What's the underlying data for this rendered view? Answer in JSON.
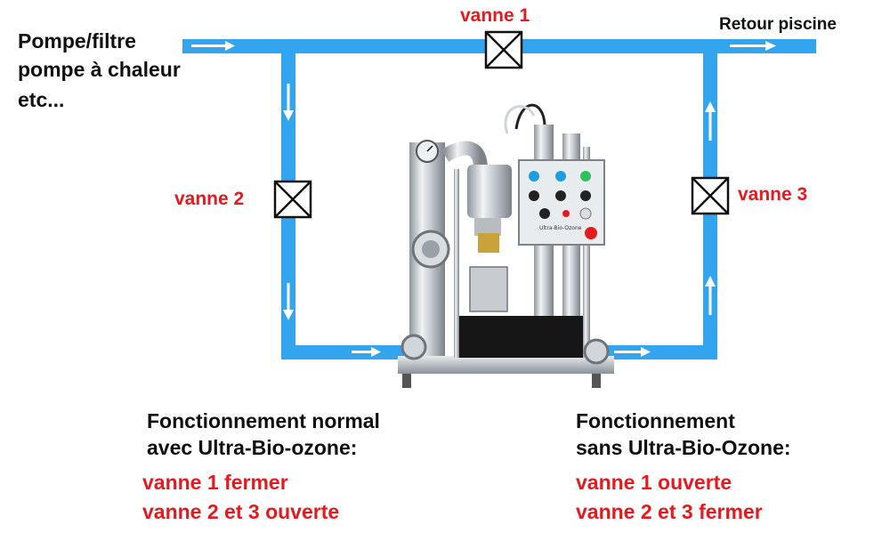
{
  "colors": {
    "pipe": "#33a5ee",
    "arrow": "#ffffff",
    "valve_stroke": "#111111",
    "valve_label": "#e5191e",
    "text": "#111111",
    "state_text": "#e5191e"
  },
  "diagram": {
    "source_label": [
      "Pompe/filtre",
      "pompe à chaleur",
      "etc..."
    ],
    "return_label": "Retour piscine",
    "valves": [
      {
        "label": "vanne 1",
        "icon": "valve-x-icon"
      },
      {
        "label": "vanne 2",
        "icon": "valve-x-icon"
      },
      {
        "label": "vanne 3",
        "icon": "valve-x-icon"
      }
    ],
    "machine_icon": "ozone-treatment-unit",
    "machine_panel_text": "Ultra-Bio-Ozone"
  },
  "modes": [
    {
      "title": [
        "Fonctionnement normal",
        "avec Ultra-Bio-ozone:"
      ],
      "states": [
        "vanne 1 fermer",
        "vanne 2 et 3 ouverte"
      ]
    },
    {
      "title": [
        "Fonctionnement",
        "sans Ultra-Bio-Ozone:"
      ],
      "states": [
        "vanne 1 ouverte",
        "vanne 2 et 3 fermer"
      ]
    }
  ]
}
